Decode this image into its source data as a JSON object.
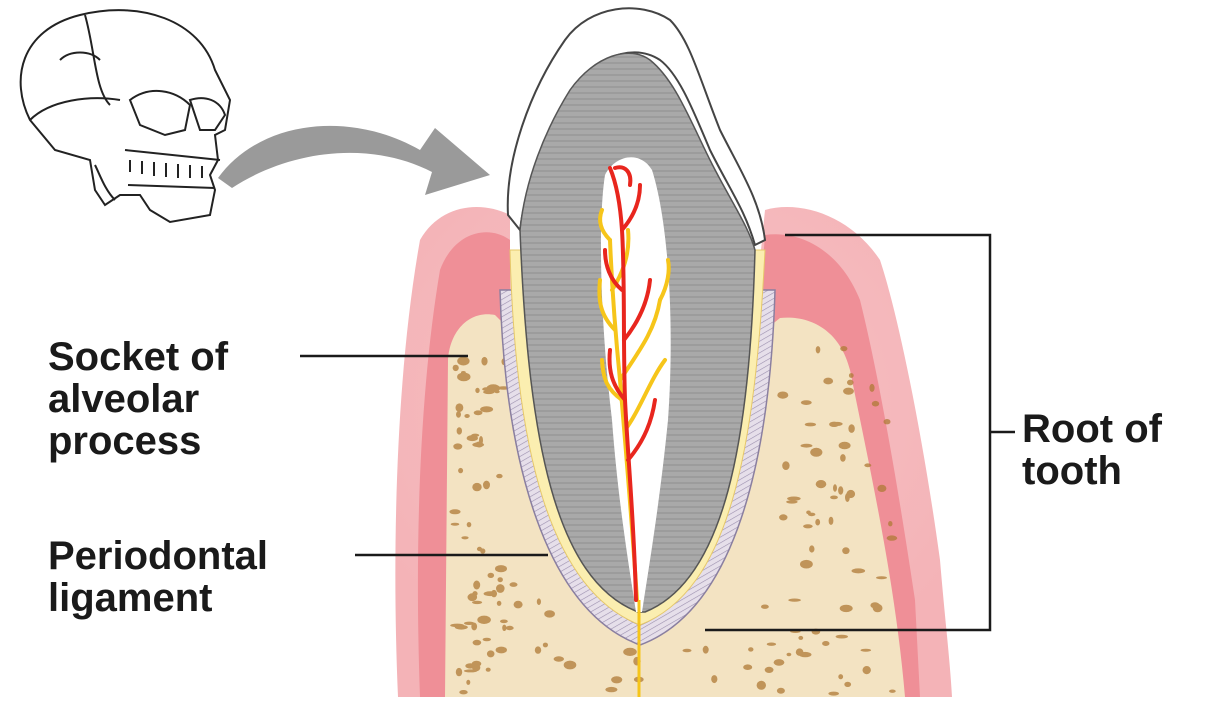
{
  "labels": {
    "socket": [
      "Socket of",
      "alveolar",
      "process"
    ],
    "periodontal": [
      "Periodontal",
      "ligament"
    ],
    "root": [
      "Root of",
      "tooth"
    ]
  },
  "colors": {
    "gum": "#ef8f97",
    "gum_light": "#f7c3c6",
    "bone": "#f3e3c2",
    "bone_spot": "#a06a2a",
    "dentin": "#a9a9a9",
    "enamel": "#ffffff",
    "cementum": "#fbeeb0",
    "ligament": "#d8cfe0",
    "artery": "#e8261e",
    "nerve": "#f6c51a",
    "arrow": "#9a9a9a"
  }
}
